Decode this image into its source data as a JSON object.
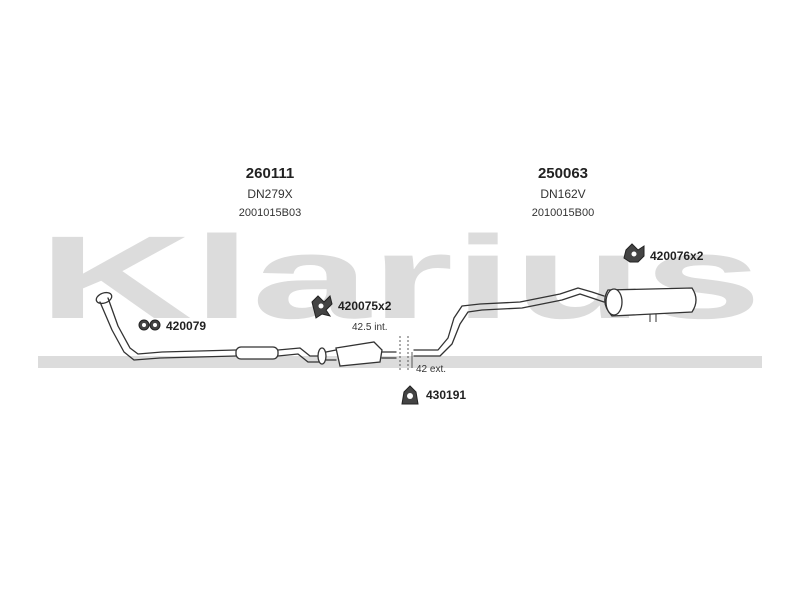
{
  "watermark": {
    "text": "Klarius"
  },
  "parts": [
    {
      "number": "260111",
      "code": "DN279X",
      "ref": "2001015B03"
    },
    {
      "number": "250063",
      "code": "DN162V",
      "ref": "2010015B00"
    }
  ],
  "accessories": [
    {
      "label": "420079"
    },
    {
      "label": "420075x2"
    },
    {
      "label": "420076x2"
    },
    {
      "label": "430191"
    }
  ],
  "dimensions": [
    {
      "label": "42.5 int."
    },
    {
      "label": "42 ext."
    }
  ]
}
